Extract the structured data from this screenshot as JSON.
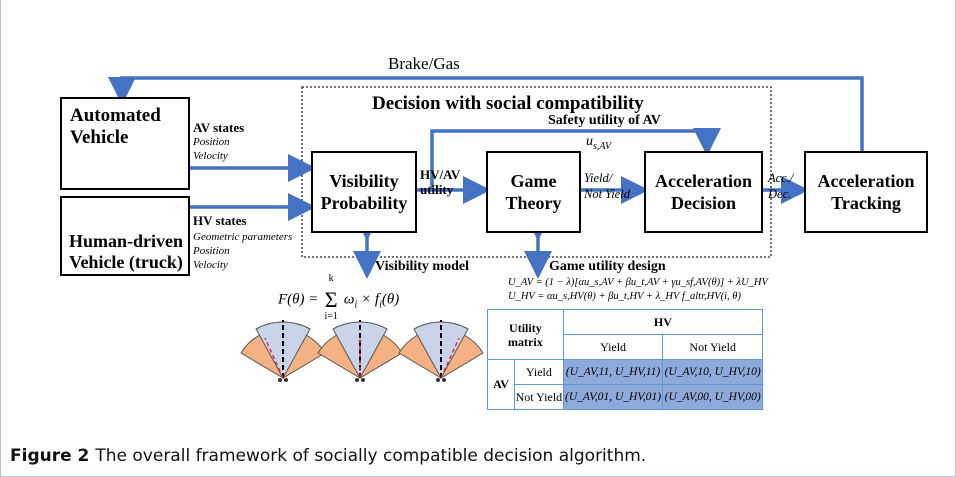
{
  "blocks": {
    "av_title": "Automated\nVehicle",
    "hv_title": "Human-driven\nVehicle (truck)",
    "visibility": "Visibility\nProbability",
    "game": "Game\nTheory",
    "accel_decision": "Acceleration\nDecision",
    "accel_tracking": "Acceleration\nTracking"
  },
  "labels": {
    "brake_gas": "Brake/Gas",
    "decision_social": "Decision with social compatibility",
    "safety_utility": "Safety utility of AV",
    "u_sav": "u",
    "u_sav_sub": "s,AV",
    "av_states": "AV states",
    "av_position": "Position",
    "av_velocity": "Velocity",
    "hv_states": "HV states",
    "hv_geo": "Geometric parameters",
    "hv_position": "Position",
    "hv_velocity": "Velocity",
    "hvav_utility": "HV/AV\nutility",
    "yield_notyield": "Yield/\nNot Yield",
    "acc_dec": "Acc./\nDec.",
    "visibility_model": "Visibility model",
    "game_utility_design": "Game utility design"
  },
  "formulas": {
    "F_lhs": "F(θ) = ",
    "sum_top": "k",
    "sum_bottom": "i=1",
    "F_rhs": "ω",
    "F_rhs2": "i",
    "F_rhs3": " × f",
    "F_rhs4": "i",
    "F_rhs5": "(θ)",
    "u_av": "U_AV = (1 − λ)[αu_s,AV + βu_t,AV + γu_sf,AV(θ)] + λU_HV",
    "u_hv": "U_HV = αu_s,HV(θ) + βu_t,HV + λ_HV f_altr,HV(i, θ)"
  },
  "matrix": {
    "corner": "Utility\nmatrix",
    "hv_header": "HV",
    "av_header": "AV",
    "cols": [
      "Yield",
      "Not Yield"
    ],
    "rows": [
      {
        "label": "Yield",
        "cells": [
          "(U_AV,11, U_HV,11)",
          "(U_AV,10, U_HV,10)"
        ]
      },
      {
        "label": "Not Yield",
        "cells": [
          "(U_AV,01, U_HV,01)",
          "(U_AV,00, U_HV,00)"
        ]
      }
    ]
  },
  "caption": {
    "label": "Figure 2",
    "text": "The overall framework of socially compatible decision algorithm."
  },
  "colors": {
    "arrow": "#4472c4",
    "fan_light": "#c9d3ea",
    "fan_orange": "#f4b183",
    "cell": "#8eaadb",
    "table_border": "#5b9bd5"
  }
}
